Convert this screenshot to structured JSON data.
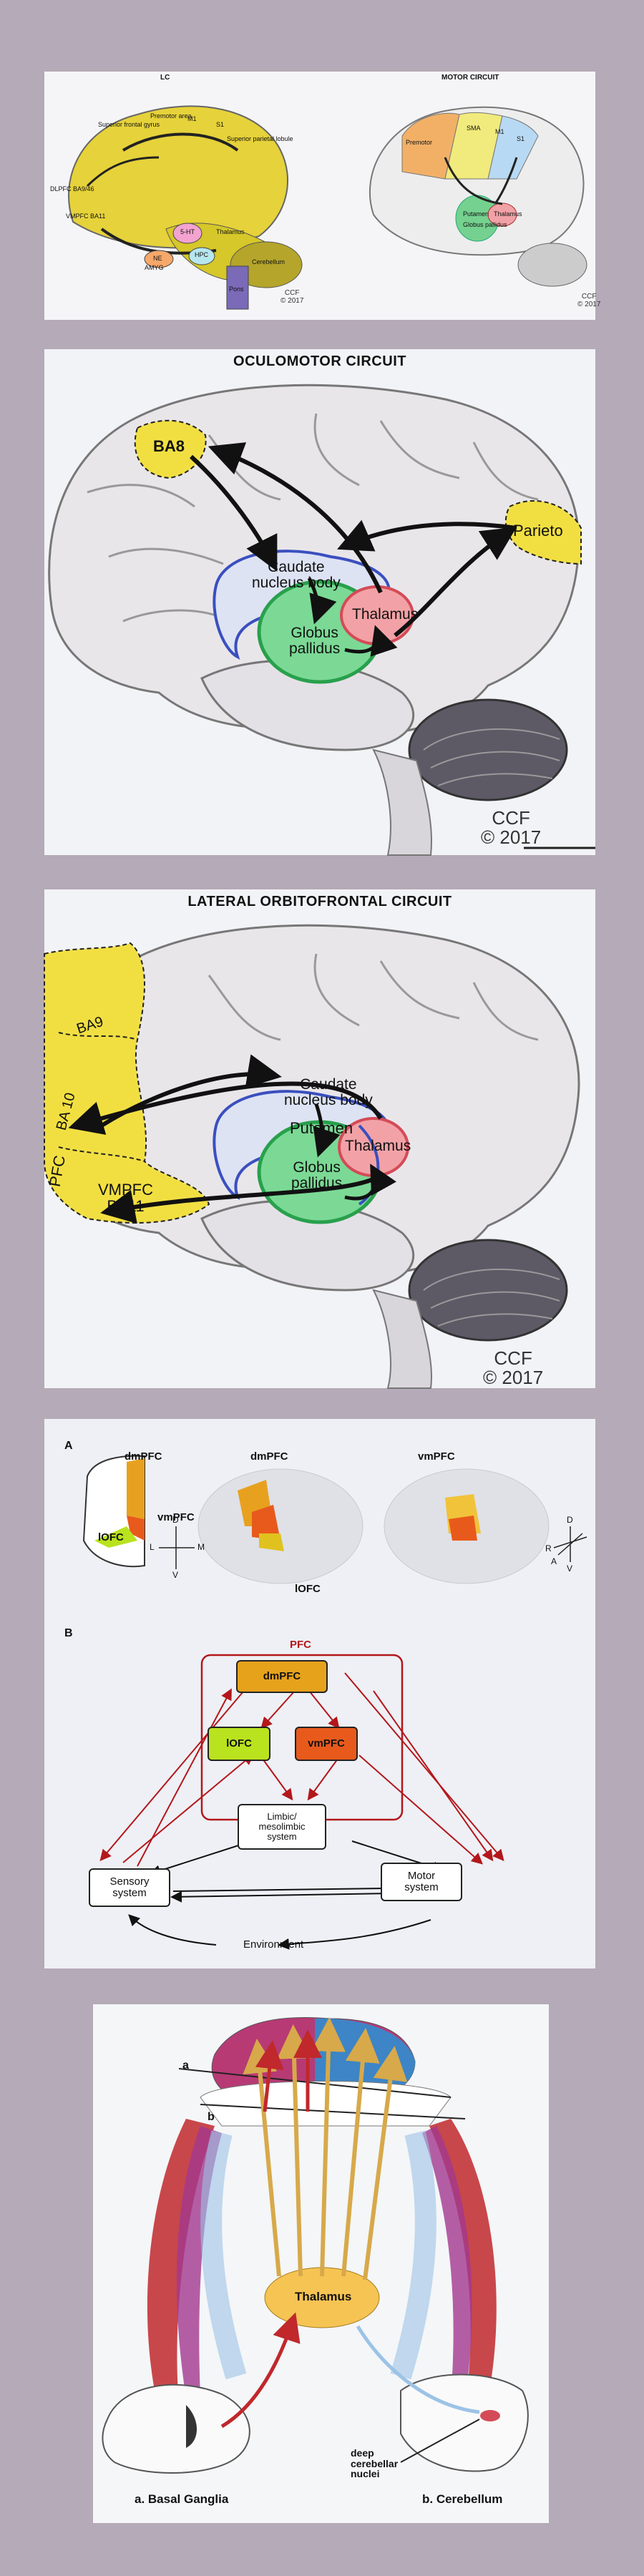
{
  "panel1": {
    "left_title": "LC",
    "right_title": "MOTOR CIRCUIT",
    "left_labels": [
      "Superior frontal gyrus",
      "Premotor area",
      "M1",
      "S1",
      "Superior parietal lobule",
      "DLPFC BA9/46",
      "VMPFC BA11",
      "5-HT",
      "NE",
      "Thalamus",
      "HPC",
      "AMYG",
      "Cerebellum",
      "Pons"
    ],
    "right_labels": [
      "Premotor",
      "SMA",
      "M1",
      "S1",
      "Putamen",
      "Globus pallidus",
      "Thalamus"
    ],
    "left_ccf": "CCF\n© 2017",
    "right_ccf": "CCF\n© 2017"
  },
  "panel2": {
    "title": "OCULOMOTOR CIRCUIT",
    "ba8": "BA8",
    "caudate": "Caudate\nnucleus body",
    "thalamus": "Thalamus",
    "globus": "Globus\npallidus",
    "parieto": "Parieto",
    "ccf": "CCF\n© 2017"
  },
  "panel3": {
    "title": "LATERAL ORBITOFRONTAL CIRCUIT",
    "ba9": "BA9",
    "ba10": "BA 10",
    "pfc": "PFC",
    "vmpfc": "VMPFC\nBA11",
    "caudate": "Caudate\nnucleus body",
    "putamen": "Putamen",
    "thalamus": "Thalamus",
    "globus": "Globus\npallidus",
    "ccf": "CCF\n© 2017"
  },
  "panel4": {
    "label_a": "A",
    "label_b": "B",
    "a_dmpfc_1": "dmPFC",
    "a_vmpfc_1": "vmPFC",
    "a_lofc_1": "lOFC",
    "a_dmpfc_2": "dmPFC",
    "a_lofc_2": "lOFC",
    "a_vmpfc_3": "vmPFC",
    "axis_d": "D",
    "axis_v": "V",
    "axis_l": "L",
    "axis_m": "M",
    "axis3_d": "D",
    "axis3_r": "R",
    "axis3_a": "A",
    "axis3_v": "V",
    "pfc": "PFC",
    "dmpfc": "dmPFC",
    "lofc": "lOFC",
    "vmpfc": "vmPFC",
    "limbic": "Limbic/\nmesolimbic\nsystem",
    "sensory": "Sensory\nsystem",
    "motor": "Motor\nsystem",
    "environment": "Environment",
    "colors": {
      "dmpfc": "#e7a21c",
      "lofc": "#b9e21f",
      "vmpfc": "#e85a1c",
      "arrow_red": "#b3171b"
    }
  },
  "panel5": {
    "label_a": "a",
    "label_b": "b",
    "thalamus": "Thalamus",
    "deep": "deep\ncerebellar\nnuclei",
    "basal": "a. Basal Ganglia",
    "cerebellum": "b. Cerebellum"
  }
}
